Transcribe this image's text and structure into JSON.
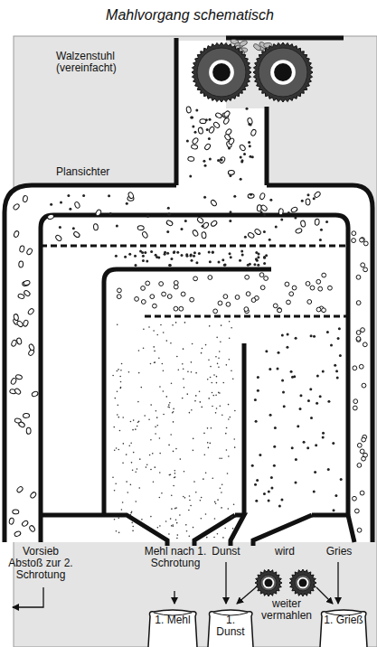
{
  "diagram": {
    "title": "Mahlvorgang schematisch",
    "nodes": [
      {
        "text": [
          "1. Mehl"
        ]
      },
      {
        "text": [
          "1. Dunst"
        ]
      },
      {
        "text": [
          "1. Grieß"
        ]
      }
    ],
    "labels": [
      "Walzenstuhl (vereinfacht)",
      "Plansichter",
      "Vorsieb Abstoß zur 2. Schrotung",
      "Mehl nach 1. Schrotung",
      "Dunst",
      "wird",
      "Gries",
      "weiter vermahlen"
    ]
  }
}
